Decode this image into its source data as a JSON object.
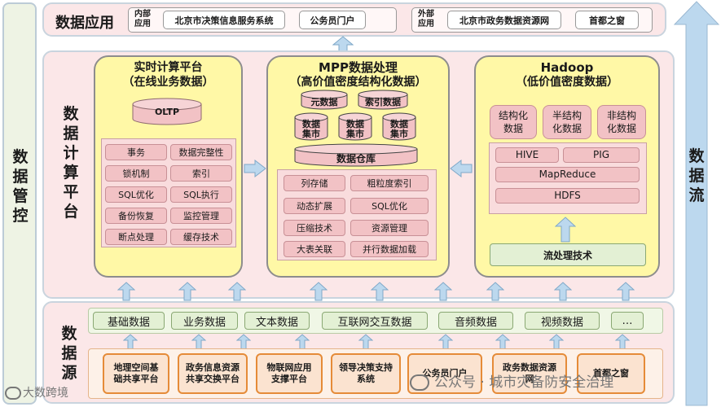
{
  "sides": {
    "left": "数据管控",
    "right": "数据流"
  },
  "app_layer": {
    "title": "数据应用",
    "internal_label": "内部应用",
    "internal_apps": [
      "北京市决策信息服务系统",
      "公务员门户"
    ],
    "external_label": "外部应用",
    "external_apps": [
      "北京市政务数据资源网",
      "首都之窗"
    ]
  },
  "compute_layer": {
    "title": "数据计算平台",
    "realtime": {
      "title": "实时计算平台",
      "subtitle": "（在线业务数据）",
      "oltp": "OLTP",
      "cells": [
        "事务",
        "数据完整性",
        "锁机制",
        "索引",
        "SQL优化",
        "SQL执行",
        "备份恢复",
        "监控管理",
        "断点处理",
        "缓存技术"
      ]
    },
    "mpp": {
      "title": "MPP数据处理",
      "subtitle": "（高价值密度结构化数据）",
      "meta": "元数据",
      "index": "索引数据",
      "clusters": [
        "数据集市",
        "数据集市",
        "数据集市"
      ],
      "warehouse": "数据仓库",
      "cells": [
        "列存储",
        "粗粒度索引",
        "动态扩展",
        "SQL优化",
        "压缩技术",
        "资源管理",
        "大表关联",
        "并行数据加载"
      ]
    },
    "hadoop": {
      "title": "Hadoop",
      "subtitle": "（低价值密度数据）",
      "types": [
        "结构化数据",
        "半结构化数据",
        "非结构化数据"
      ],
      "hive": "HIVE",
      "pig": "PIG",
      "mapreduce": "MapReduce",
      "hdfs": "HDFS",
      "stream": "流处理技术"
    }
  },
  "source_layer": {
    "title": "数据源",
    "data_types": [
      "基础数据",
      "业务数据",
      "文本数据",
      "互联网交互数据",
      "音频数据",
      "视频数据",
      "…"
    ],
    "sources": [
      "地理空间基础共享平台",
      "政务信息资源共享交换平台",
      "物联网应用支撑平台",
      "领导决策支持系统",
      "公务员门户",
      "政务数据资源网",
      "首都之窗"
    ]
  },
  "watermarks": {
    "left": "大数跨境",
    "right": "公众号 · 城市灾备防安全治理"
  },
  "colors": {
    "pink_band": "#fbe7e8",
    "yellow_panel": "#fff8a6",
    "pink_cell": "#f2c2c5",
    "green_box": "#e3f0d4",
    "orange_box": "#fbe3d0",
    "arrow_blue": "#bcd8ee"
  }
}
